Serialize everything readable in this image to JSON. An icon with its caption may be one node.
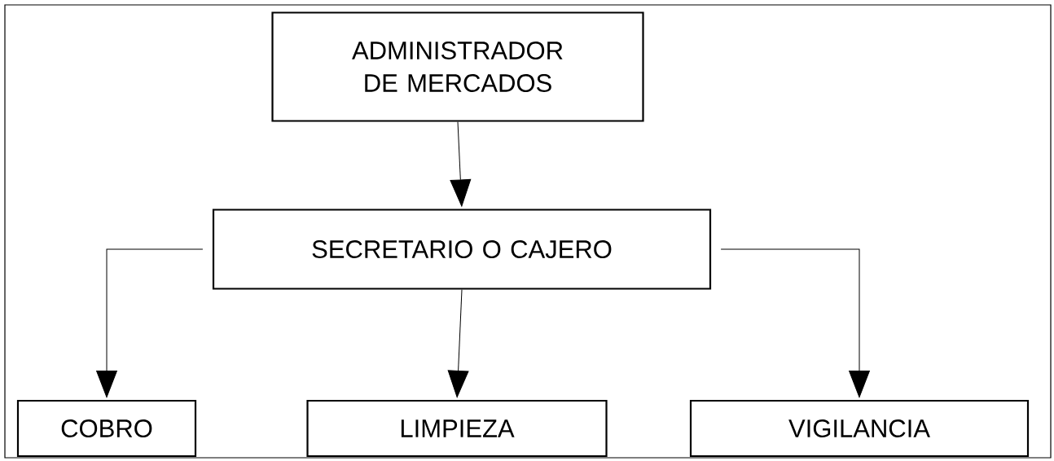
{
  "diagram": {
    "nodes": [
      {
        "text": [
          "ADMINISTRADOR DE MERCADOS"
        ]
      },
      {
        "text": [
          "SECRETARIO O CAJERO"
        ]
      },
      {
        "text": [
          "COBRO"
        ]
      },
      {
        "text": [
          "LIMPIEZA"
        ]
      },
      {
        "text": [
          "VIGILANCIA"
        ]
      }
    ],
    "edges": [
      {
        "from": 0,
        "to": 1,
        "arrow": "to"
      },
      {
        "from": 1,
        "to": 2,
        "arrow": "to"
      },
      {
        "from": 1,
        "to": 3,
        "arrow": "to"
      },
      {
        "from": 1,
        "to": 4,
        "arrow": "to"
      }
    ]
  }
}
